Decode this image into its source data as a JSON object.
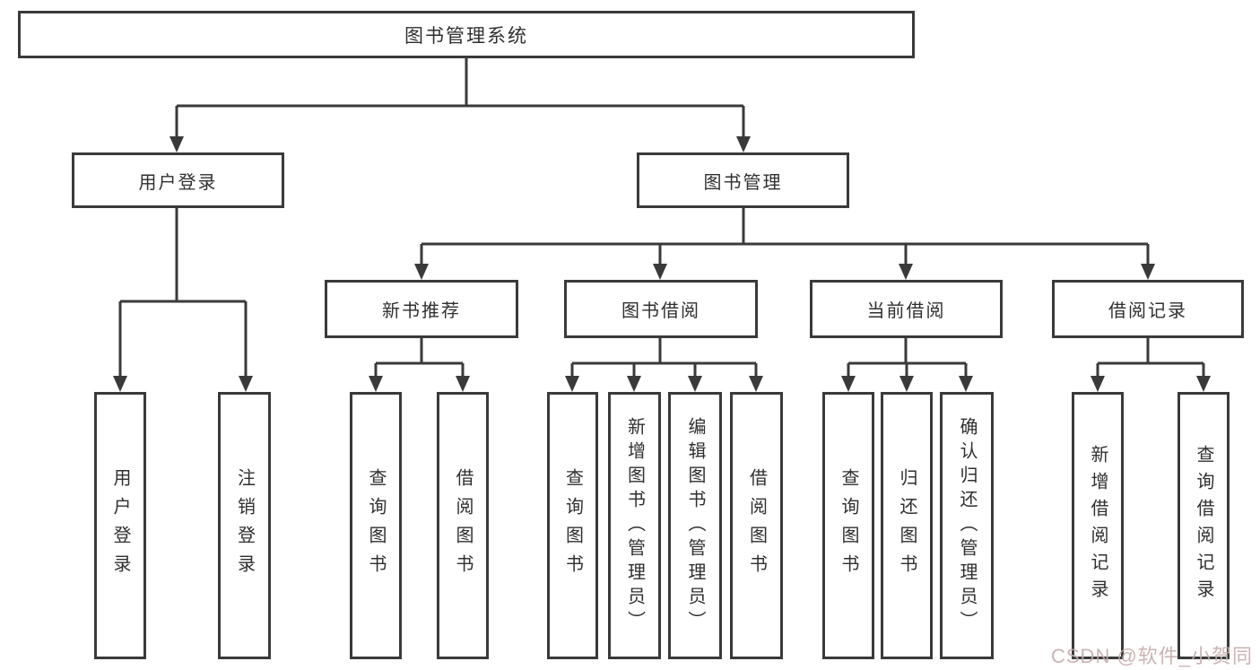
{
  "diagram": {
    "type": "tree",
    "colors": {
      "line": "#3a3a3a",
      "box_border": "#3a3a3a",
      "text": "#2f2f2f",
      "background": "#ffffff",
      "watermark": "#c6abab"
    },
    "tree": {
      "label": "图书管理系统",
      "children": [
        {
          "label": "用户登录",
          "children": [
            {
              "label": "用户登录"
            },
            {
              "label": "注销登录"
            }
          ]
        },
        {
          "label": "图书管理",
          "children": [
            {
              "label": "新书推荐",
              "children": [
                {
                  "label": "查询图书"
                },
                {
                  "label": "借阅图书"
                }
              ]
            },
            {
              "label": "图书借阅",
              "children": [
                {
                  "label": "查询图书"
                },
                {
                  "label": "新增图书（管理员）"
                },
                {
                  "label": "编辑图书（管理员）"
                },
                {
                  "label": "借阅图书"
                }
              ]
            },
            {
              "label": "当前借阅",
              "children": [
                {
                  "label": "查询图书"
                },
                {
                  "label": "归还图书"
                },
                {
                  "label": "确认归还（管理员）"
                }
              ]
            },
            {
              "label": "借阅记录",
              "children": [
                {
                  "label": "新增借阅记录"
                },
                {
                  "label": "查询借阅记录"
                }
              ]
            }
          ]
        }
      ]
    }
  },
  "watermark": {
    "text": "CSDN @软件_小贺同学"
  }
}
